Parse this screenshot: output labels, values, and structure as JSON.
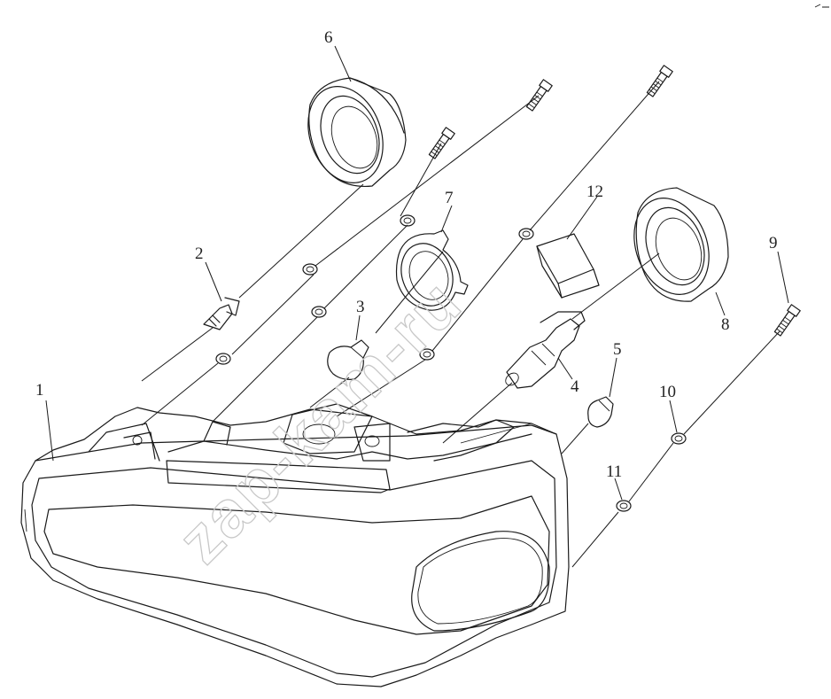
{
  "watermark": "zap-kam-ru",
  "callouts": {
    "c1": "1",
    "c2": "2",
    "c3": "3",
    "c4": "4",
    "c5": "5",
    "c6": "6",
    "c7": "7",
    "c8": "8",
    "c9": "9",
    "c10": "10",
    "c11": "11",
    "c12": "12"
  },
  "colors": {
    "line": "#1a1a1a",
    "background": "#ffffff",
    "watermark": "#c8c8c8"
  }
}
